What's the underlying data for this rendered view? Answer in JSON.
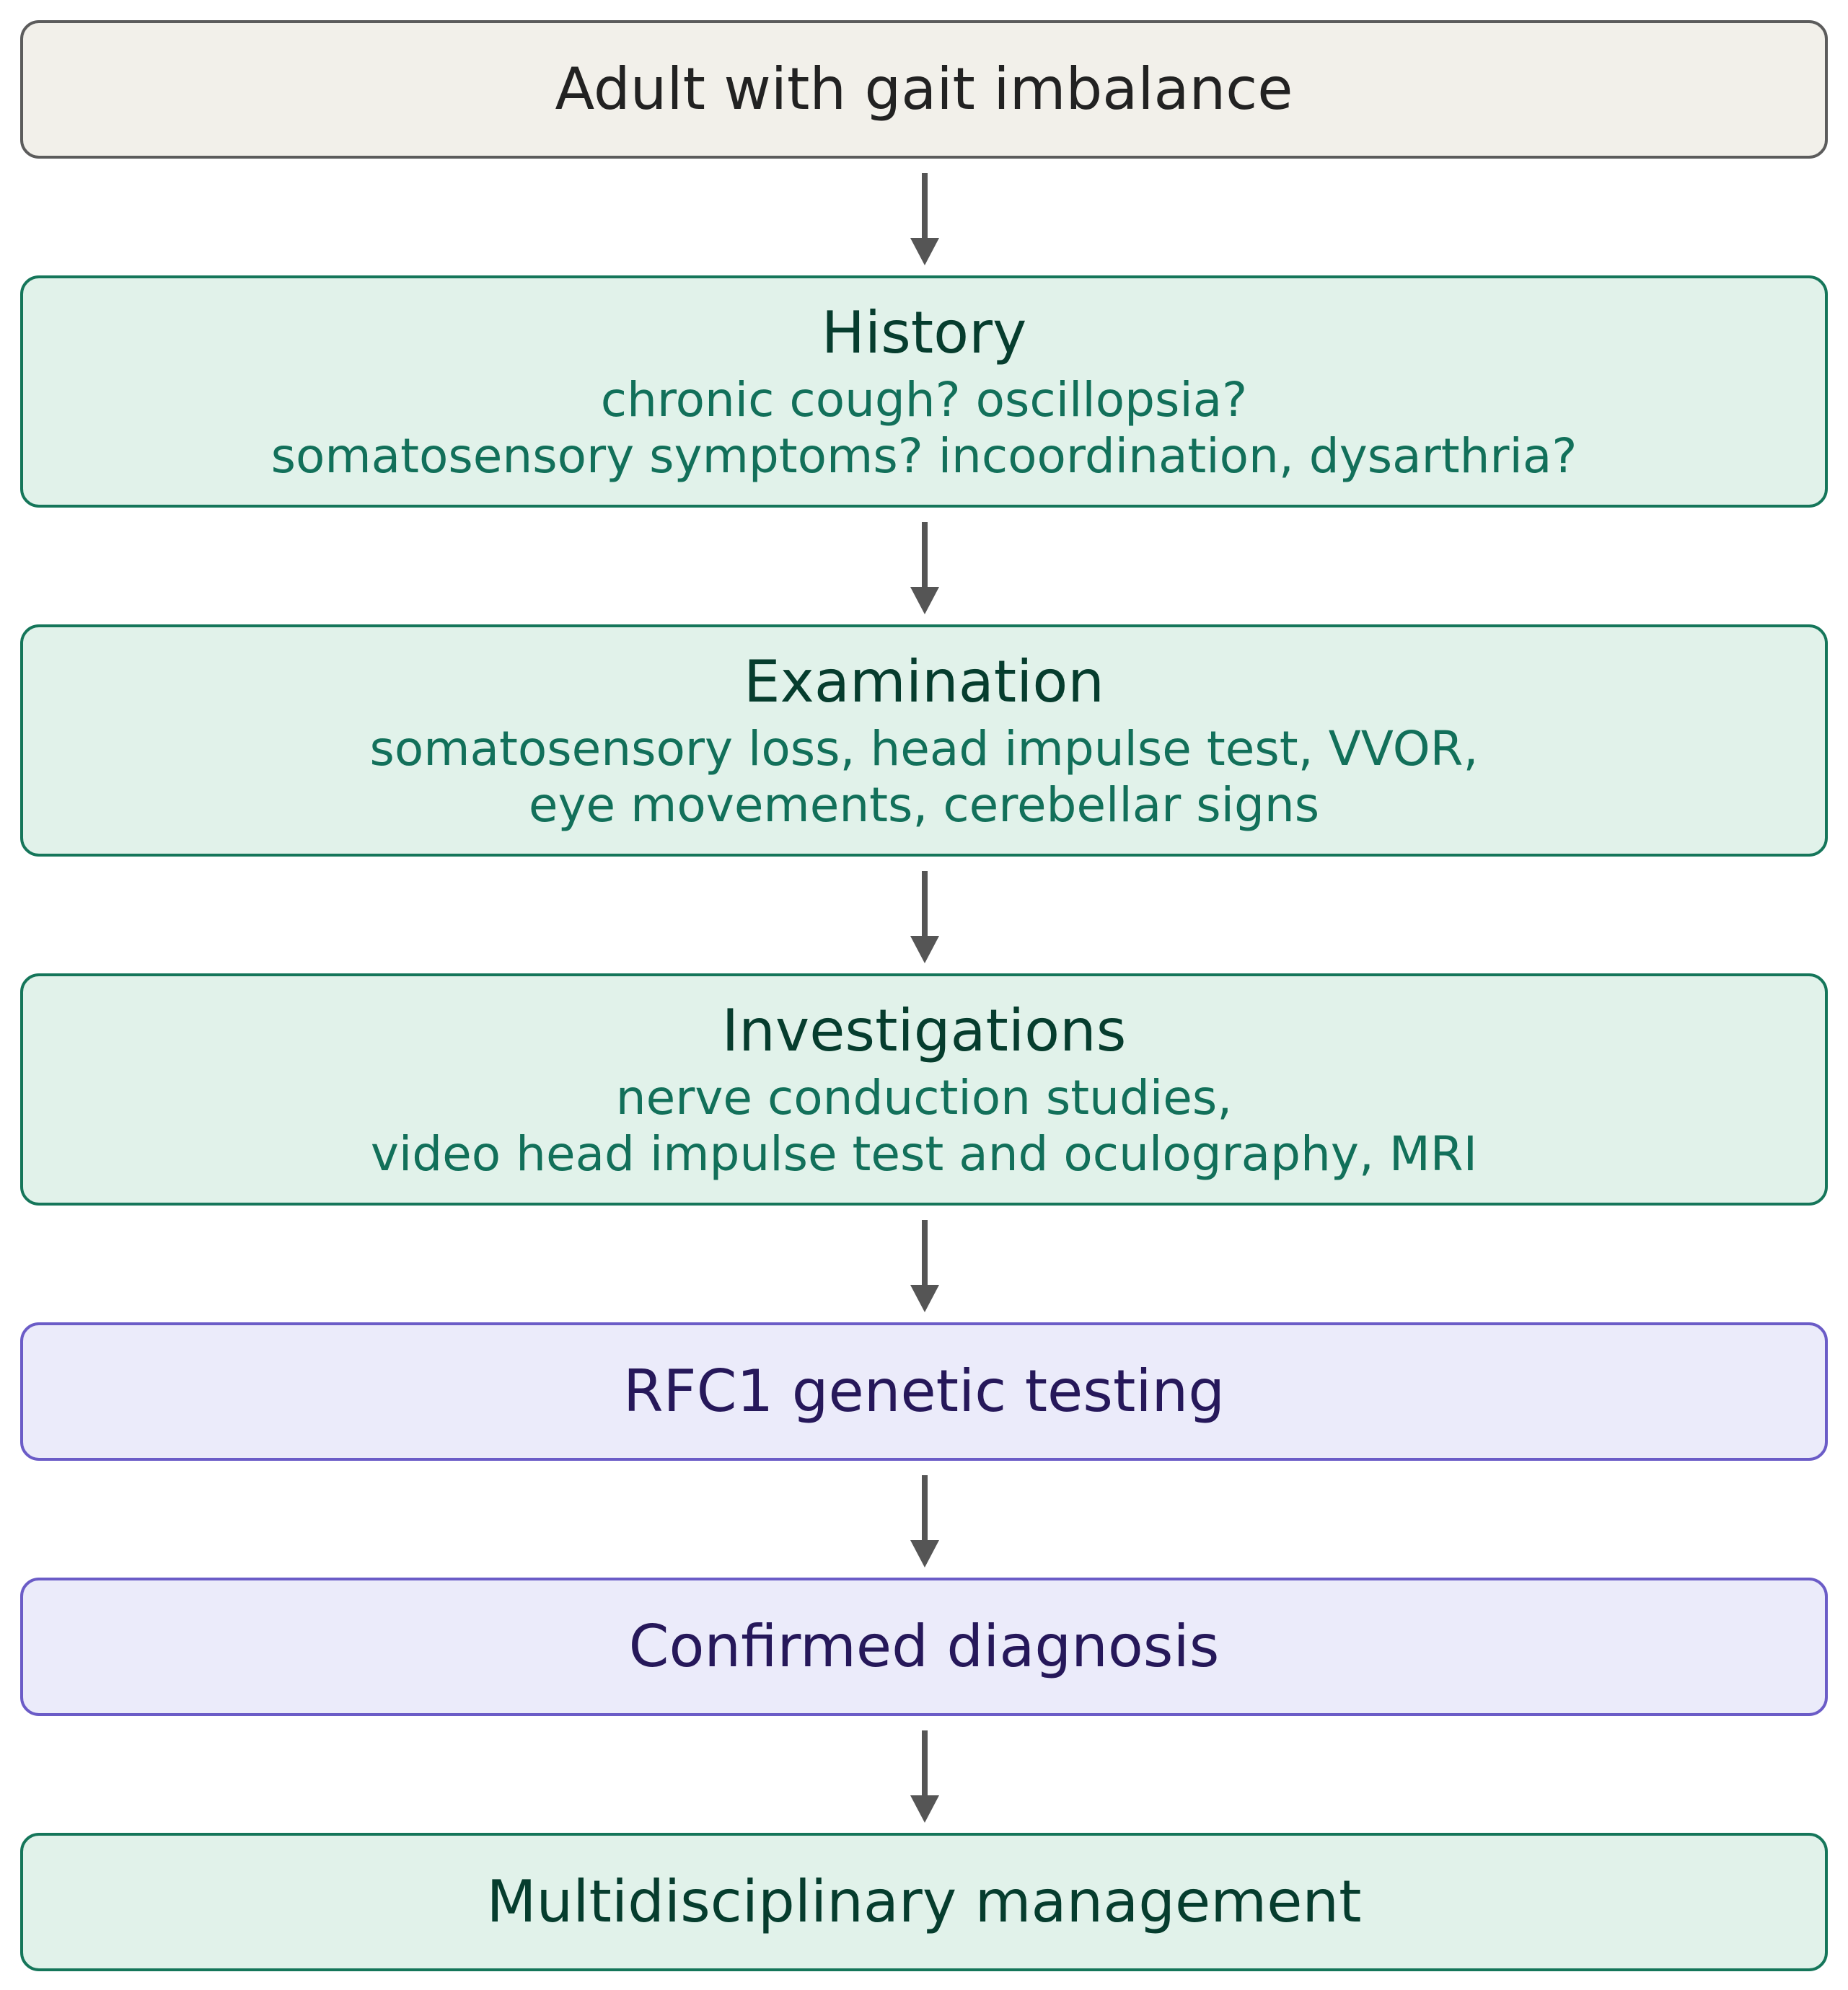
{
  "flowchart": {
    "start": {
      "title": "Adult with gait imbalance"
    },
    "history": {
      "title": "History",
      "lines": [
        "chronic cough? oscillopsia?",
        "somatosensory symptoms? incoordination, dysarthria?"
      ]
    },
    "examination": {
      "title": "Examination",
      "lines": [
        "somatosensory loss, head impulse test, VVOR,",
        "eye movements, cerebellar signs"
      ]
    },
    "investigations": {
      "title": "Investigations",
      "lines": [
        "nerve conduction studies,",
        "video head impulse test and oculography, MRI"
      ]
    },
    "genetic_testing": {
      "title": "RFC1 genetic testing"
    },
    "diagnosis": {
      "title": "Confirmed diagnosis"
    },
    "management": {
      "title": "Multidisciplinary management"
    }
  },
  "colors": {
    "start_fill": "#f2f0ea",
    "clinical_fill": "#e1f2ea",
    "clinical_border": "#15765a",
    "genetic_fill": "#ebebfa",
    "genetic_border": "#6b5cc7",
    "arrow": "#555555"
  }
}
